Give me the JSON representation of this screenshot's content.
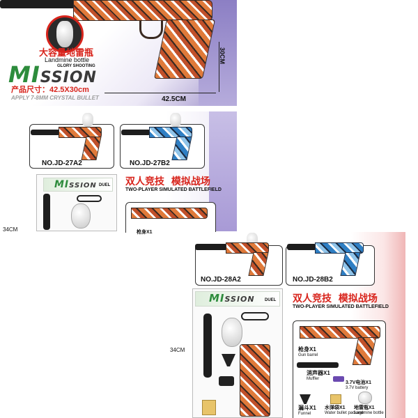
{
  "top_box": {
    "cn_title": "大容量地雷瓶",
    "en_title": "Landmine bottle",
    "tagline": "GLORY SHOOTING",
    "brand": "MISSION",
    "brand_mi": "MI",
    "brand_rest": "SSION",
    "size_cn": "产品尺寸：42.5X30cm",
    "bullet_note": "APPLY 7-8MM CRYSTAL BULLET",
    "width_dim": "42.5CM",
    "height_dim": "30CM"
  },
  "mid_box": {
    "model_a": "NO.JD-27A2",
    "model_b": "NO.JD-27B2",
    "cn_headline_a": "双人竞技",
    "cn_headline_b": "模拟战场",
    "en_headline": "TWO-PLAYER SIMULATED BATTLEFIELD",
    "brand_mi": "MI",
    "brand_rest": "SSION",
    "dual": "DUEL",
    "side_dim": "34CM",
    "part_label": "枪身X1"
  },
  "bot_box": {
    "model_a": "NO.JD-28A2",
    "model_b": "NO.JD-28B2",
    "cn_headline_a": "双人竞技",
    "cn_headline_b": "模拟战场",
    "en_headline": "TWO-PLAYER SIMULATED BATTLEFIELD",
    "brand_mi": "MI",
    "brand_rest": "SSION",
    "dual": "DUEL",
    "side_dim": "34CM",
    "parts": [
      {
        "cn": "枪身X1",
        "en": "Gun barrel"
      },
      {
        "cn": "消声器X1",
        "en": "Muffler"
      },
      {
        "cn": "3.7V电池X1",
        "en": "3.7V battery"
      },
      {
        "cn": "漏斗X1",
        "en": "Funnel"
      },
      {
        "cn": "水弹袋X1",
        "en": "Water bullet package"
      },
      {
        "cn": "地雷瓶X1",
        "en": "Landmine bottle"
      }
    ]
  },
  "colors": {
    "orange": "#e07a3a",
    "blue": "#2f7fc4",
    "red": "#d8241c",
    "green": "#2d8c3c"
  }
}
